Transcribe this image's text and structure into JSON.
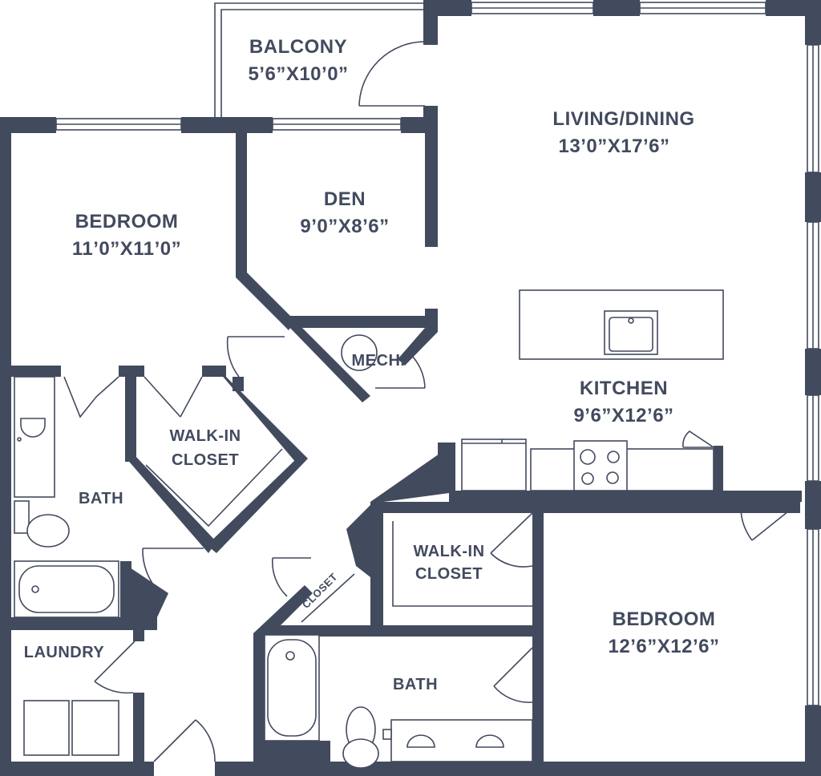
{
  "plan": {
    "colors": {
      "wall": "#424a5e",
      "background": "#ffffff"
    },
    "rooms": {
      "balcony": {
        "name": "BALCONY",
        "dims": "5’6”X10’0”"
      },
      "living": {
        "name": "LIVING/DINING",
        "dims": "13’0”X17’6”"
      },
      "bedroom1": {
        "name": "BEDROOM",
        "dims": "11’0”X11’0”"
      },
      "den": {
        "name": "DEN",
        "dims": "9’0”X8’6”"
      },
      "mech": {
        "name": "MECH."
      },
      "kitchen": {
        "name": "KITCHEN",
        "dims": "9’6”X12’6”"
      },
      "walkin1": {
        "name1": "WALK-IN",
        "name2": "CLOSET"
      },
      "bath1": {
        "name": "BATH"
      },
      "walkin2": {
        "name1": "WALK-IN",
        "name2": "CLOSET"
      },
      "closet": {
        "name": "CLOSET"
      },
      "bedroom2": {
        "name": "BEDROOM",
        "dims": "12’6”X12’6”"
      },
      "laundry": {
        "name": "LAUNDRY"
      },
      "bath2": {
        "name": "BATH"
      }
    }
  }
}
